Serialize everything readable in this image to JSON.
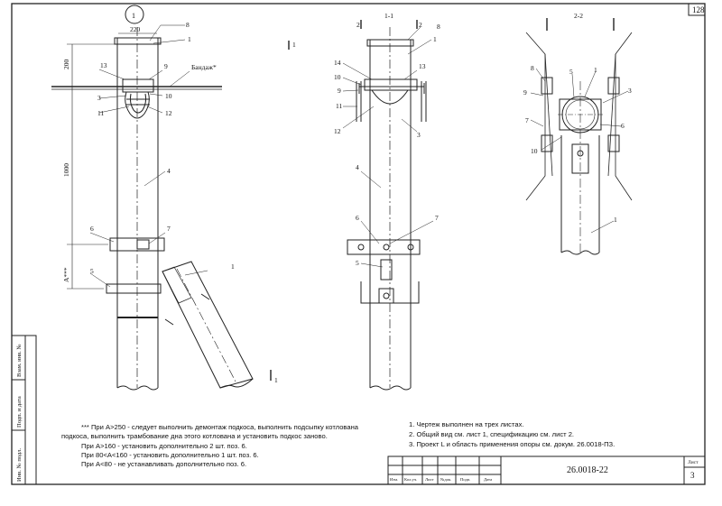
{
  "sheet": {
    "corner_number": "128",
    "document_code": "26.0018-22",
    "sheet_label": "Лист",
    "sheet_number": "3"
  },
  "left_stamp": [
    "Взам. инв. №",
    "Подп. и дата",
    "Инв. № подл."
  ],
  "title_block_columns": [
    "Изм.",
    "Кол.уч.",
    "Лист",
    "№док.",
    "Подп.",
    "Дата"
  ],
  "views": {
    "view1": {
      "circle_label": "1",
      "dim_width": "220",
      "dim_top": "200",
      "dim_height": "1000",
      "dim_a": "A***",
      "bandage_label": "Бандаж*",
      "section_mark": "1",
      "callouts": [
        "8",
        "1",
        "13",
        "9",
        "3",
        "10",
        "11",
        "12",
        "4",
        "6",
        "7",
        "5",
        "1"
      ]
    },
    "view2": {
      "title": "1-1",
      "section_mark": "2",
      "callouts": [
        "8",
        "1",
        "14",
        "13",
        "10",
        "9",
        "11",
        "12",
        "3",
        "4",
        "6",
        "7",
        "5"
      ]
    },
    "view3": {
      "title": "2-2",
      "callouts": [
        "8",
        "5",
        "1",
        "9",
        "3",
        "7",
        "6",
        "10",
        "1"
      ]
    }
  },
  "notes_left": [
    "*** При A>250 - следует выполнить демонтаж подкоса, выполнить подсыпку котлована",
    "подкоса, выполнить трамбование дна этого котлована и установить подкос заново.",
    "При A>160 - установить дополнительно 2 шт. поз. 6.",
    "При 80<A<160 - установить дополнительно 1 шт. поз. 6.",
    "При A<80 - не устанавливать дополнительно поз. 6."
  ],
  "notes_right": [
    "1. Чертеж выполнен на трех листах.",
    "2. Общий вид см. лист 1, спецификацию см. лист 2.",
    "3. Проект L и область применения опоры см. докум. 26.0018-ПЗ."
  ]
}
